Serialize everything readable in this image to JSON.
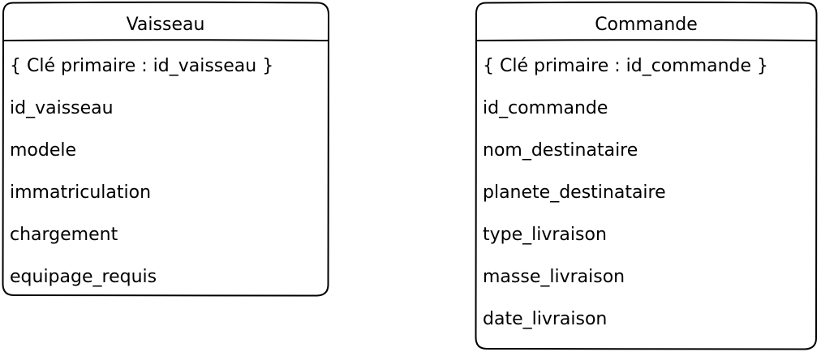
{
  "diagram": {
    "entities": [
      {
        "name": "Vaisseau",
        "fields": [
          "{ Clé primaire : id_vaisseau }",
          "id_vaisseau",
          "modele",
          "immatriculation",
          "chargement",
          "equipage_requis"
        ]
      },
      {
        "name": "Commande",
        "fields": [
          "{ Clé primaire : id_commande }",
          "id_commande",
          "nom_destinataire",
          "planete_destinataire",
          "type_livraison",
          "masse_livraison",
          "date_livraison"
        ]
      }
    ]
  }
}
